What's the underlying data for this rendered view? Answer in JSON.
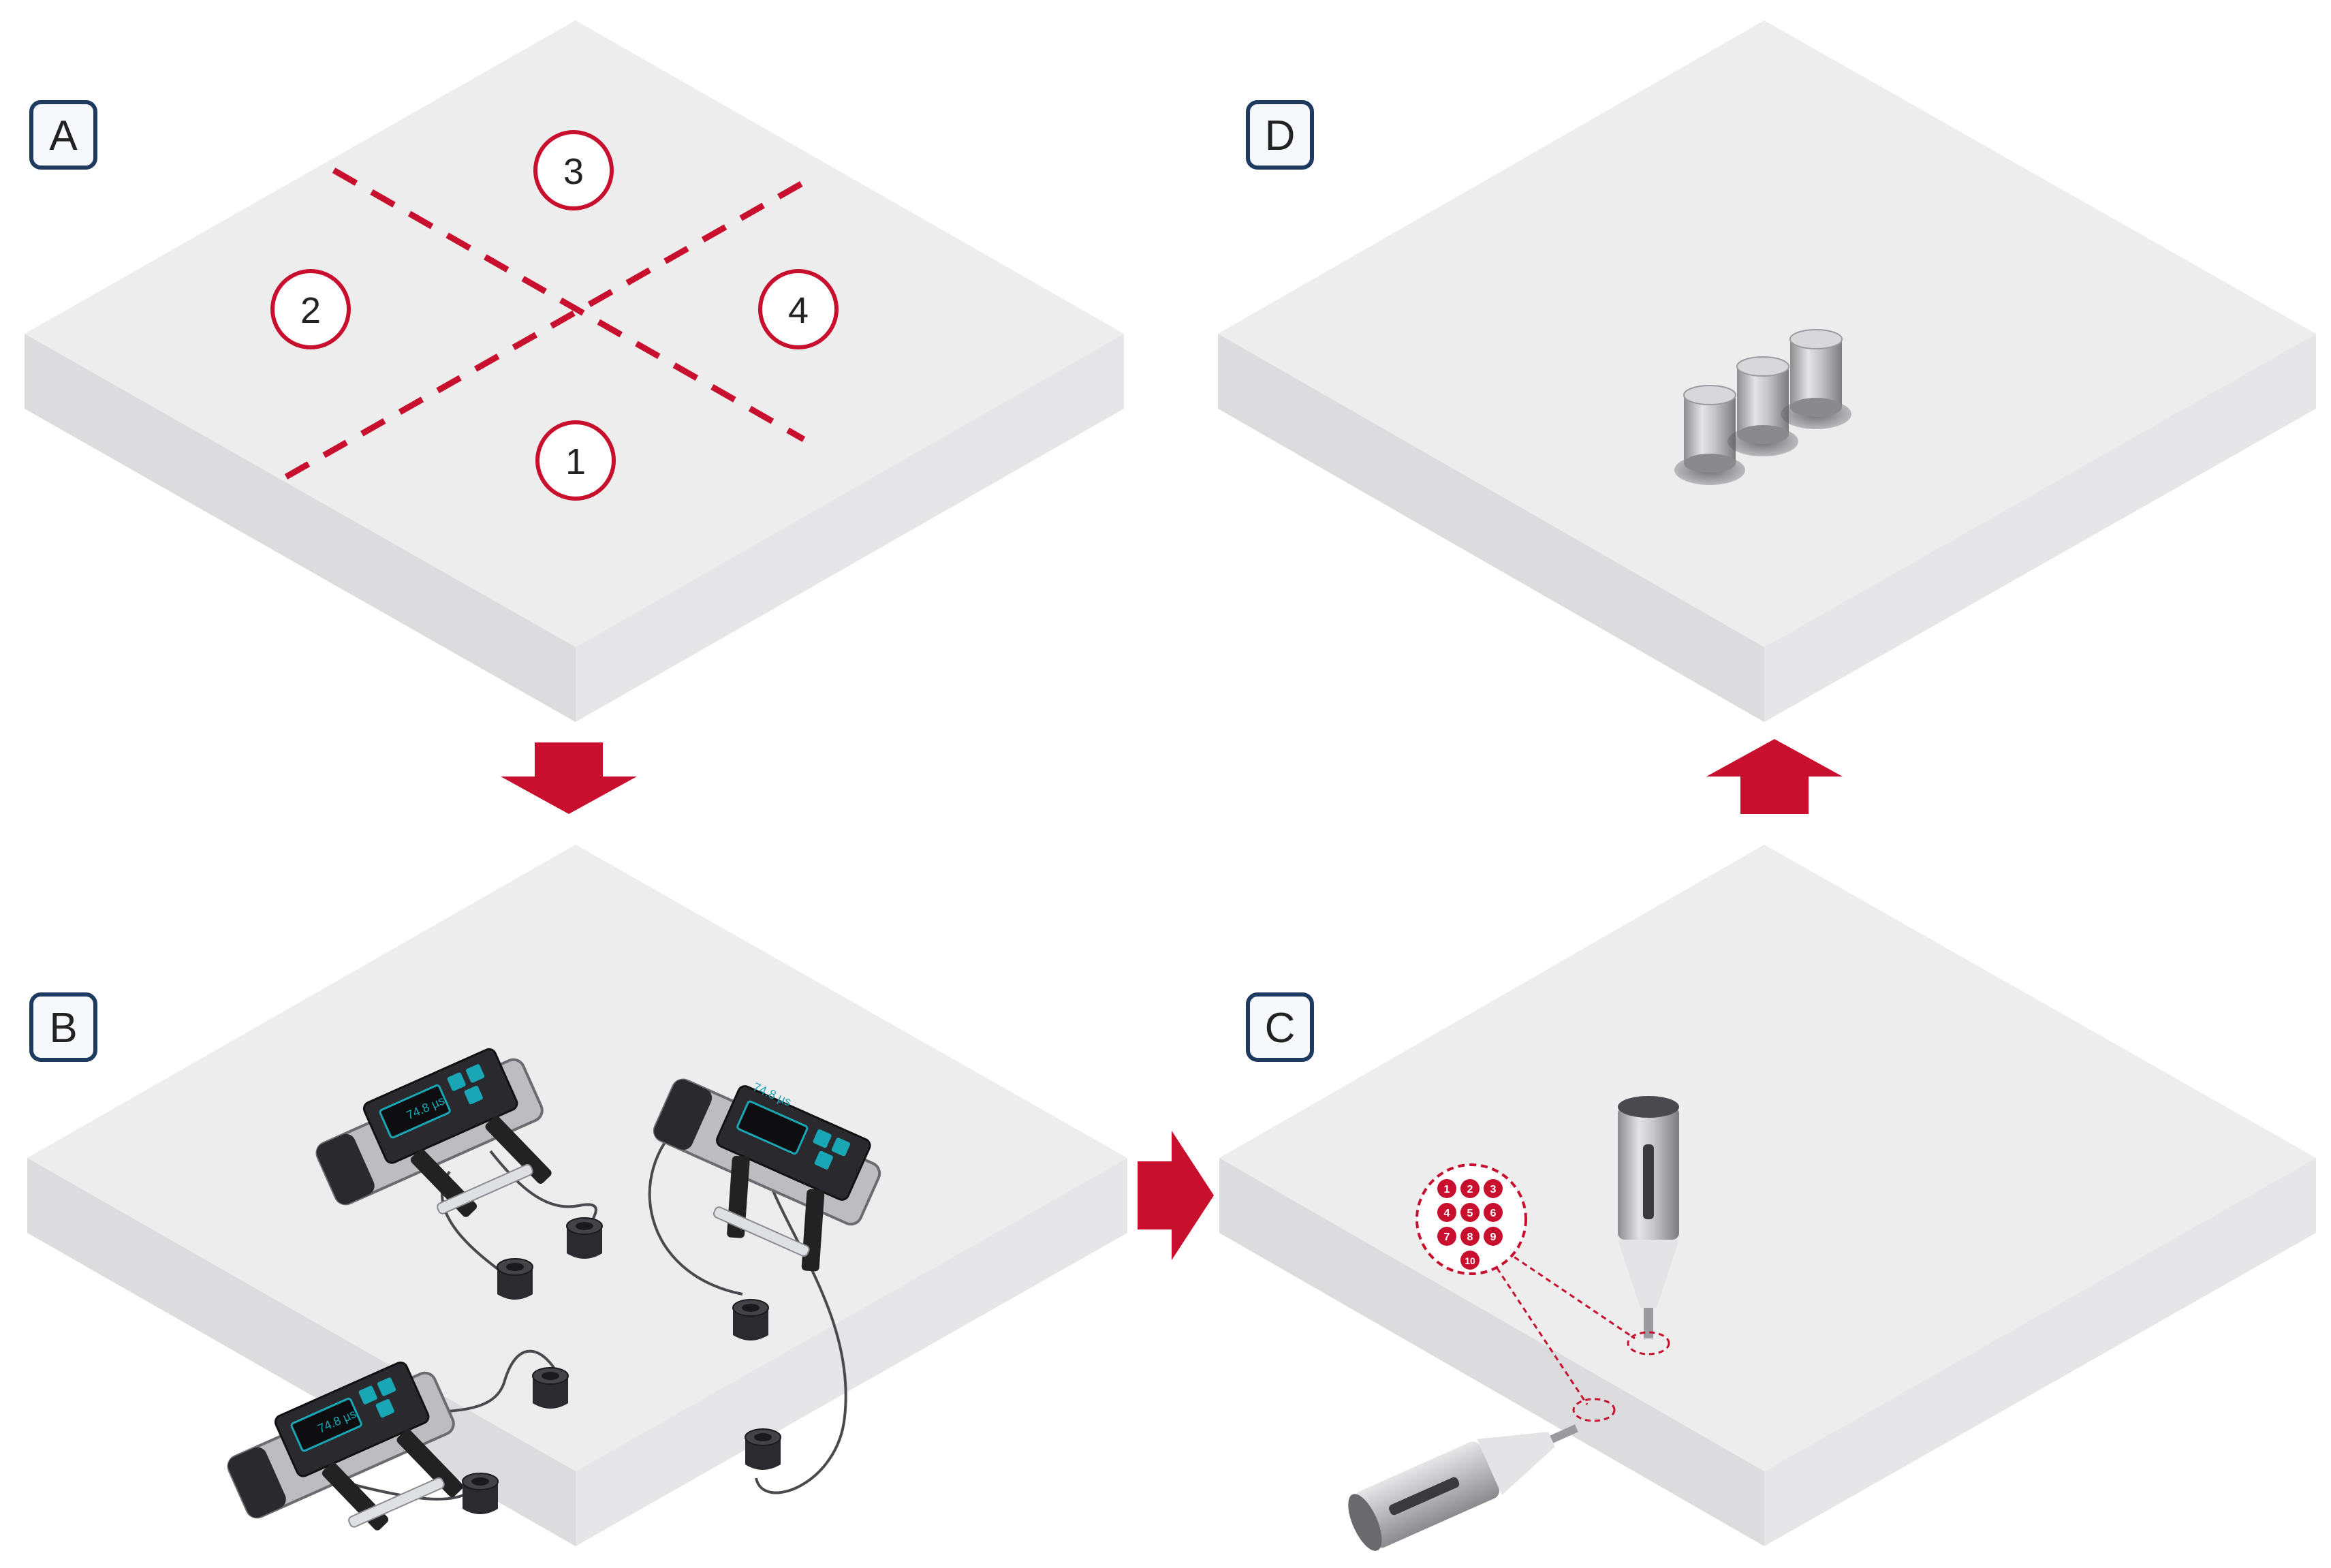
{
  "panels": [
    {
      "id": "A",
      "label": "A"
    },
    {
      "id": "B",
      "label": "B"
    },
    {
      "id": "C",
      "label": "C"
    },
    {
      "id": "D",
      "label": "D"
    }
  ],
  "zones": [
    "1",
    "2",
    "3",
    "4"
  ],
  "device_readout": "74.8 µs",
  "hammer_positions": [
    "1",
    "2",
    "3",
    "4",
    "5",
    "6",
    "7",
    "8",
    "9",
    "10"
  ],
  "colors": {
    "slab_top": "#ededee",
    "slab_left": "#dcdcde",
    "slab_right": "#e6e6e8",
    "accent_red": "#c8102e",
    "label_border": "#1f3a5f",
    "device_screen": "#1aa7b5"
  },
  "icons": [
    "upv-tester-icon",
    "transducer-icon",
    "rebound-hammer-icon",
    "core-sample-icon"
  ]
}
